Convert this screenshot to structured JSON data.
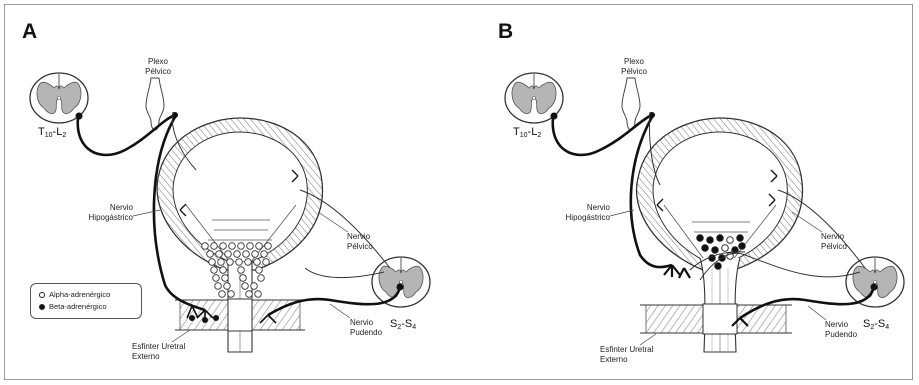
{
  "panels": [
    {
      "letter": "A",
      "plexo": "Plexo\nPélvico",
      "cord_top": {
        "main": "T",
        "sub1": "10",
        "sep": "-L",
        "sub2": "2"
      },
      "cord_bottom": {
        "main": "S",
        "sub1": "2",
        "sep": "-S",
        "sub2": "4"
      },
      "hipogastrico": "Nervio\nHipogástrico",
      "pelvico": "Nervio\nPélvico",
      "pudendo": "Nervio\nPudendo",
      "esfinter": "Esfinter Uretral\nExterno"
    },
    {
      "letter": "B",
      "plexo": "Plexo\nPélvico",
      "cord_top": {
        "main": "T",
        "sub1": "10",
        "sep": "-L",
        "sub2": "2"
      },
      "cord_bottom": {
        "main": "S",
        "sub1": "2",
        "sep": "-S",
        "sub2": "4"
      },
      "hipogastrico": "Nervio\nHipogástrico",
      "pelvico": "Nervio\nPélvico",
      "pudendo": "Nervio\nPudendo",
      "esfinter": "Esfinter Uretral\nExterno"
    }
  ],
  "legend": {
    "alpha": "Alpha-adrenérgico",
    "beta": "Beta-adrenérgico"
  },
  "colors": {
    "cord_gray": "#b5b5b5",
    "nerve": "#111111",
    "wall": "#dcdcdc",
    "line": "#333333"
  }
}
